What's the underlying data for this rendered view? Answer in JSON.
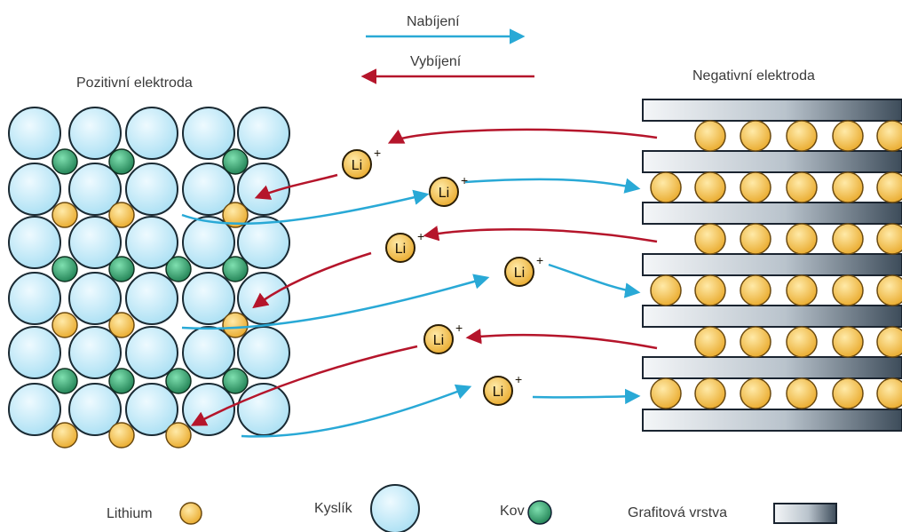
{
  "arrows": {
    "charging_label": "Nabíjení",
    "discharging_label": "Vybíjení",
    "charging_color": "#29a9d6",
    "discharging_color": "#b5152b"
  },
  "electrodes": {
    "positive_label": "Pozitivní elektroda",
    "negative_label": "Negativní elektroda"
  },
  "ion": {
    "symbol": "Li",
    "charge": "+"
  },
  "legend": {
    "lithium": "Lithium",
    "oxygen": "Kyslík",
    "metal": "Kov",
    "graphite": "Grafitová vrstva"
  },
  "colors": {
    "oxygen_fill": "#bfe9f7",
    "oxygen_stroke": "#1a2a33",
    "metal_fill": "#2e9f6a",
    "lithium_fill": "#f5c24a",
    "graphite_light": "#f2f4f6",
    "graphite_dark": "#4a5a68"
  }
}
